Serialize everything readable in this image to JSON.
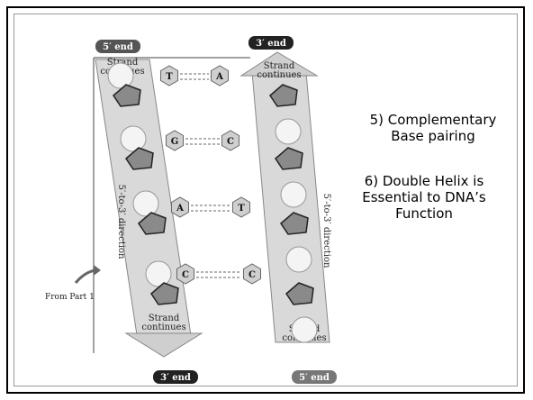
{
  "diagram": {
    "end_labels": {
      "left_top": "5′ end",
      "right_top": "3′ end",
      "left_bottom": "3′ end",
      "right_bottom": "5′ end"
    },
    "strand_continues": "Strand continues",
    "left_direction": "5′-to-3′ direction",
    "right_direction": "5′-to-3′ direction",
    "from_part": "From Part 1",
    "base_pairs": [
      {
        "left": "T",
        "right": "A"
      },
      {
        "left": "G",
        "right": "C"
      },
      {
        "left": "A",
        "right": "T"
      },
      {
        "left": "C",
        "right": "C"
      }
    ]
  },
  "points": [
    {
      "lines": [
        "5) Complementary",
        "Base pairing"
      ]
    },
    {
      "lines": [
        "6) Double Helix is",
        "Essential to DNA’s",
        "Function"
      ]
    }
  ]
}
